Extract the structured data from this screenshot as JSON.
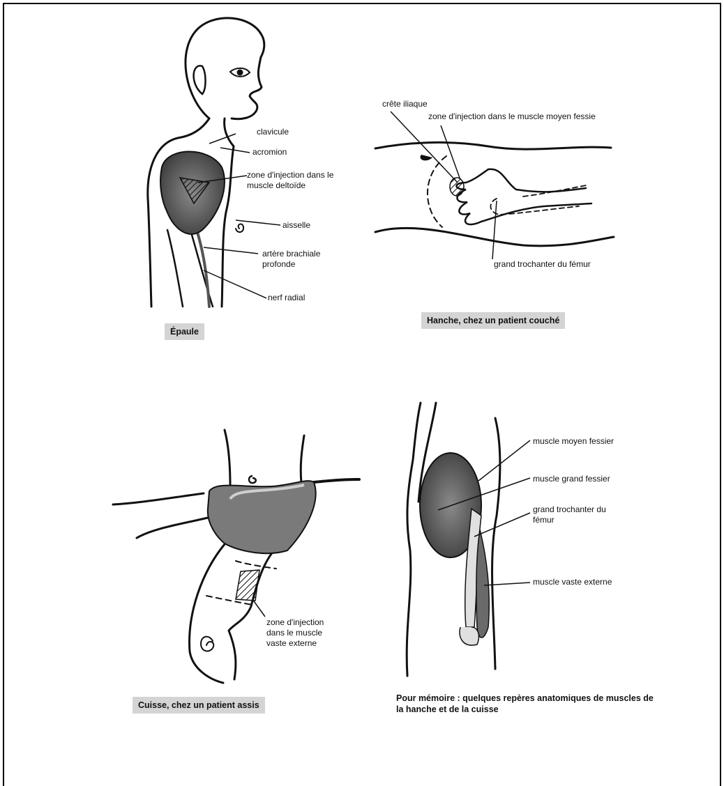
{
  "shoulder": {
    "caption": "Épaule",
    "labels": {
      "clavicle": "clavicule",
      "acromion": "acromion",
      "injection_zone": "zone d'injection dans le muscle deltoïde",
      "armpit": "aisselle",
      "artery": "artère brachiale profonde",
      "nerve": "nerf radial"
    }
  },
  "hip": {
    "caption": "Hanche, chez un patient couché",
    "labels": {
      "iliac_crest": "crête iliaque",
      "injection_zone": "zone d'injection dans le muscle moyen fessie",
      "trochanter": "grand trochanter du fémur"
    }
  },
  "thigh": {
    "caption": "Cuisse, chez un patient assis",
    "labels": {
      "injection_zone": "zone d'injection dans le muscle vaste externe"
    }
  },
  "anatomy": {
    "caption": "Pour mémoire : quelques repères anatomiques de muscles de la hanche et de la cuisse",
    "labels": {
      "gluteus_medius": "muscle moyen fessier",
      "gluteus_maximus": "muscle grand fessier",
      "trochanter": "grand trochanter du fémur",
      "vastus_lateralis": "muscle vaste externe"
    }
  },
  "colors": {
    "ink": "#111111",
    "shading": "#6e6e6e",
    "caption_bg": "#d4d4d4"
  }
}
